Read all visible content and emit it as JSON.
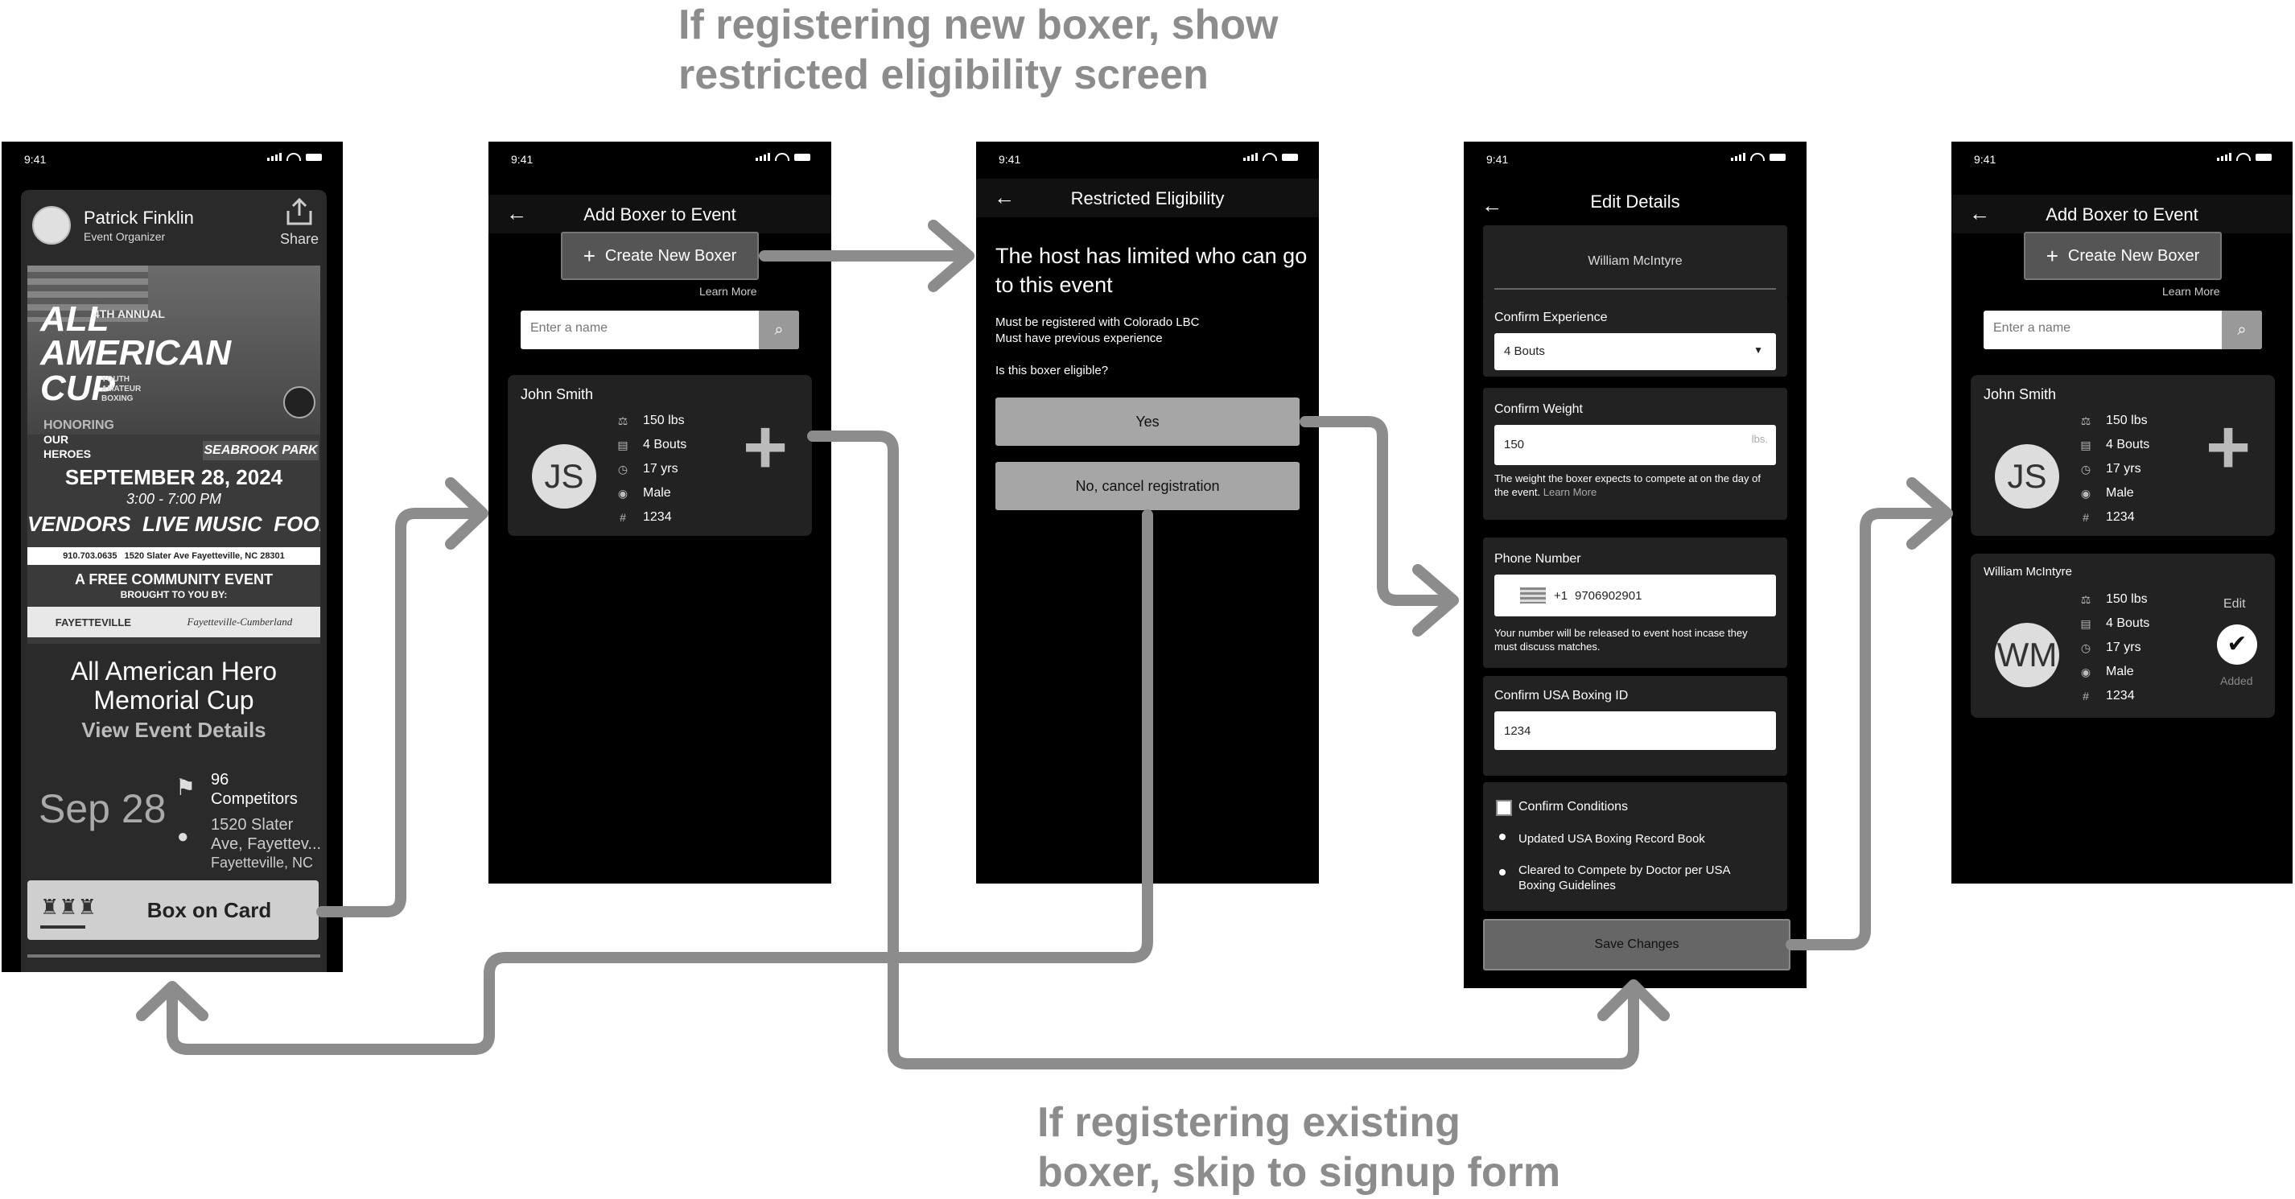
{
  "notes": {
    "top": [
      "If registering new boxer, show",
      "restricted eligibility screen"
    ],
    "bottom": [
      "If registering existing",
      "boxer, skip to signup form"
    ]
  },
  "status_time": "9:41",
  "screen1": {
    "organizer_name": "Patrick Finklin",
    "organizer_role": "Event Organizer",
    "share_label": "Share",
    "poster": {
      "line1": "ALL",
      "line2": "AMERICAN",
      "line3": "CUP",
      "annual": "4TH ANNUAL",
      "youth": "YOUTH AMATEUR BOXING",
      "honoring": "HONORING",
      "our": "OUR",
      "heroes": "HEROES",
      "park": "SEABROOK PARK",
      "date": "SEPTEMBER 28, 2024",
      "time": "3:00 - 7:00 PM",
      "attractions": "VENDORS  LIVE MUSIC  FOOD",
      "contact": "910.703.0635   1520 Slater Ave Fayetteville, NC 28301",
      "free": "A FREE COMMUNITY EVENT",
      "brought": "BROUGHT TO YOU BY:",
      "sponsor1": "FAYETTEVILLE",
      "sponsor2": "Fayetteville-Cumberland"
    },
    "event_title": "All American Hero Memorial Cup",
    "view_details": "View Event Details",
    "date_month": "Sep",
    "date_day": "28",
    "competitors_count": "96",
    "competitors_label": "Competitors",
    "address_line1": "1520 Slater",
    "address_line2": "Ave, Fayettev...",
    "address_line3": "Fayetteville, NC",
    "cta": "Box on Card"
  },
  "screen2": {
    "title": "Add Boxer to Event",
    "create_btn": "Create New Boxer",
    "learn_more": "Learn More",
    "search_placeholder": "Enter a name",
    "boxer": {
      "name": "John Smith",
      "initials": "JS",
      "weight": "150 lbs",
      "bouts": "4 Bouts",
      "age": "17 yrs",
      "sex": "Male",
      "id": "1234"
    }
  },
  "screen3": {
    "title": "Restricted Eligibility",
    "heading": "The host has limited who can go to this event",
    "req1": "Must be registered with Colorado LBC",
    "req2": "Must have previous experience",
    "question": "Is this boxer eligible?",
    "yes": "Yes",
    "no": "No, cancel registration"
  },
  "screen4": {
    "title": "Edit Details",
    "boxer_name": "William McIntyre",
    "experience_label": "Confirm Experience",
    "experience_value": "4 Bouts",
    "weight_label": "Confirm Weight",
    "weight_value": "150",
    "weight_unit": "lbs.",
    "weight_help": "The weight the boxer expects to compete at on the day of the event.",
    "weight_learn": "Learn More",
    "phone_label": "Phone Number",
    "phone_code": "+1",
    "phone_value": "9706902901",
    "phone_help": "Your number will be released to event host incase they must discuss matches.",
    "usa_label": "Confirm USA Boxing ID",
    "usa_value": "1234",
    "conditions_label": "Confirm Conditions",
    "condition1": "Updated USA Boxing Record Book",
    "condition2": "Cleared to Compete by Doctor per USA Boxing Guidelines",
    "save": "Save Changes"
  },
  "screen5": {
    "title": "Add Boxer to Event",
    "create_btn": "Create New Boxer",
    "learn_more": "Learn More",
    "search_placeholder": "Enter a name",
    "boxer1": {
      "name": "John Smith",
      "initials": "JS",
      "weight": "150 lbs",
      "bouts": "4 Bouts",
      "age": "17 yrs",
      "sex": "Male",
      "id": "1234"
    },
    "boxer2": {
      "name": "William McIntyre",
      "initials": "WM",
      "weight": "150 lbs",
      "bouts": "4 Bouts",
      "age": "17 yrs",
      "sex": "Male",
      "id": "1234",
      "edit": "Edit",
      "added": "Added"
    }
  },
  "colors": {
    "note": "#8c8c8c",
    "arrow": "#8c8c8c",
    "screen": "#000000",
    "card": "#222222"
  }
}
